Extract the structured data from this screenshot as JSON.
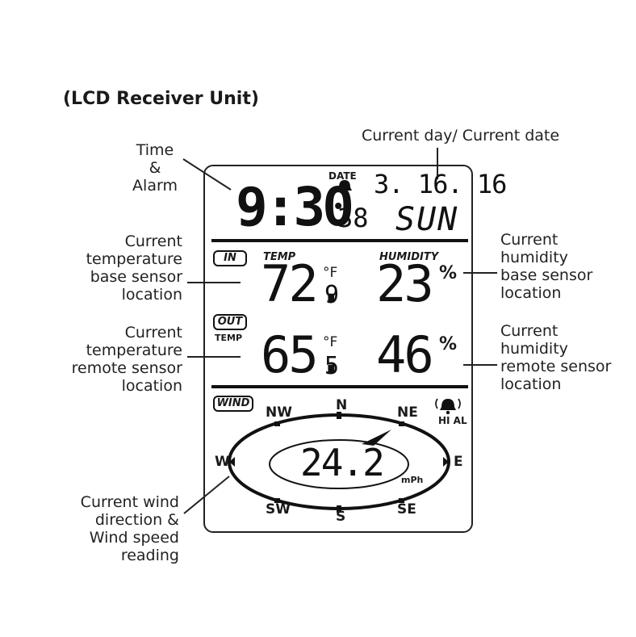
{
  "title": "(LCD Receiver Unit)",
  "callouts": {
    "time_alarm": [
      "Time",
      "&",
      "Alarm"
    ],
    "day_date": "Current day/ Current date",
    "temp_base": [
      "Current",
      "temperature",
      "base sensor",
      "location"
    ],
    "humidity_base": [
      "Current",
      "humidity",
      "base sensor",
      "location"
    ],
    "temp_remote": [
      "Current",
      "temperature",
      "remote sensor",
      "location"
    ],
    "humidity_remote": [
      "Current",
      "humidity",
      "remote sensor",
      "location"
    ],
    "wind": [
      "Current wind",
      "direction &",
      "Wind speed",
      "reading"
    ]
  },
  "lcd": {
    "time": "9:30",
    "seconds": "38",
    "date_label": "DATE",
    "date": "3. 16. 16",
    "day": "SUN",
    "indoor": {
      "label": "IN",
      "temp_label": "TEMP",
      "temp_main": "72.",
      "temp_decimal": "9",
      "temp_unit": "°F",
      "humidity_label": "HUMIDITY",
      "humidity": "23",
      "humidity_unit": "%"
    },
    "outdoor": {
      "label": "OUT",
      "temp_label": "TEMP",
      "temp_main": "65.",
      "temp_decimal": "5",
      "temp_unit": "°F",
      "humidity": "46",
      "humidity_unit": "%"
    },
    "wind": {
      "label": "WIND",
      "speed": "24.2",
      "unit": "mPh",
      "alarm_label": "HI AL",
      "directions": {
        "n": "N",
        "ne": "NE",
        "e": "E",
        "se": "SE",
        "s": "S",
        "sw": "SW",
        "w": "W",
        "nw": "NW"
      }
    }
  }
}
